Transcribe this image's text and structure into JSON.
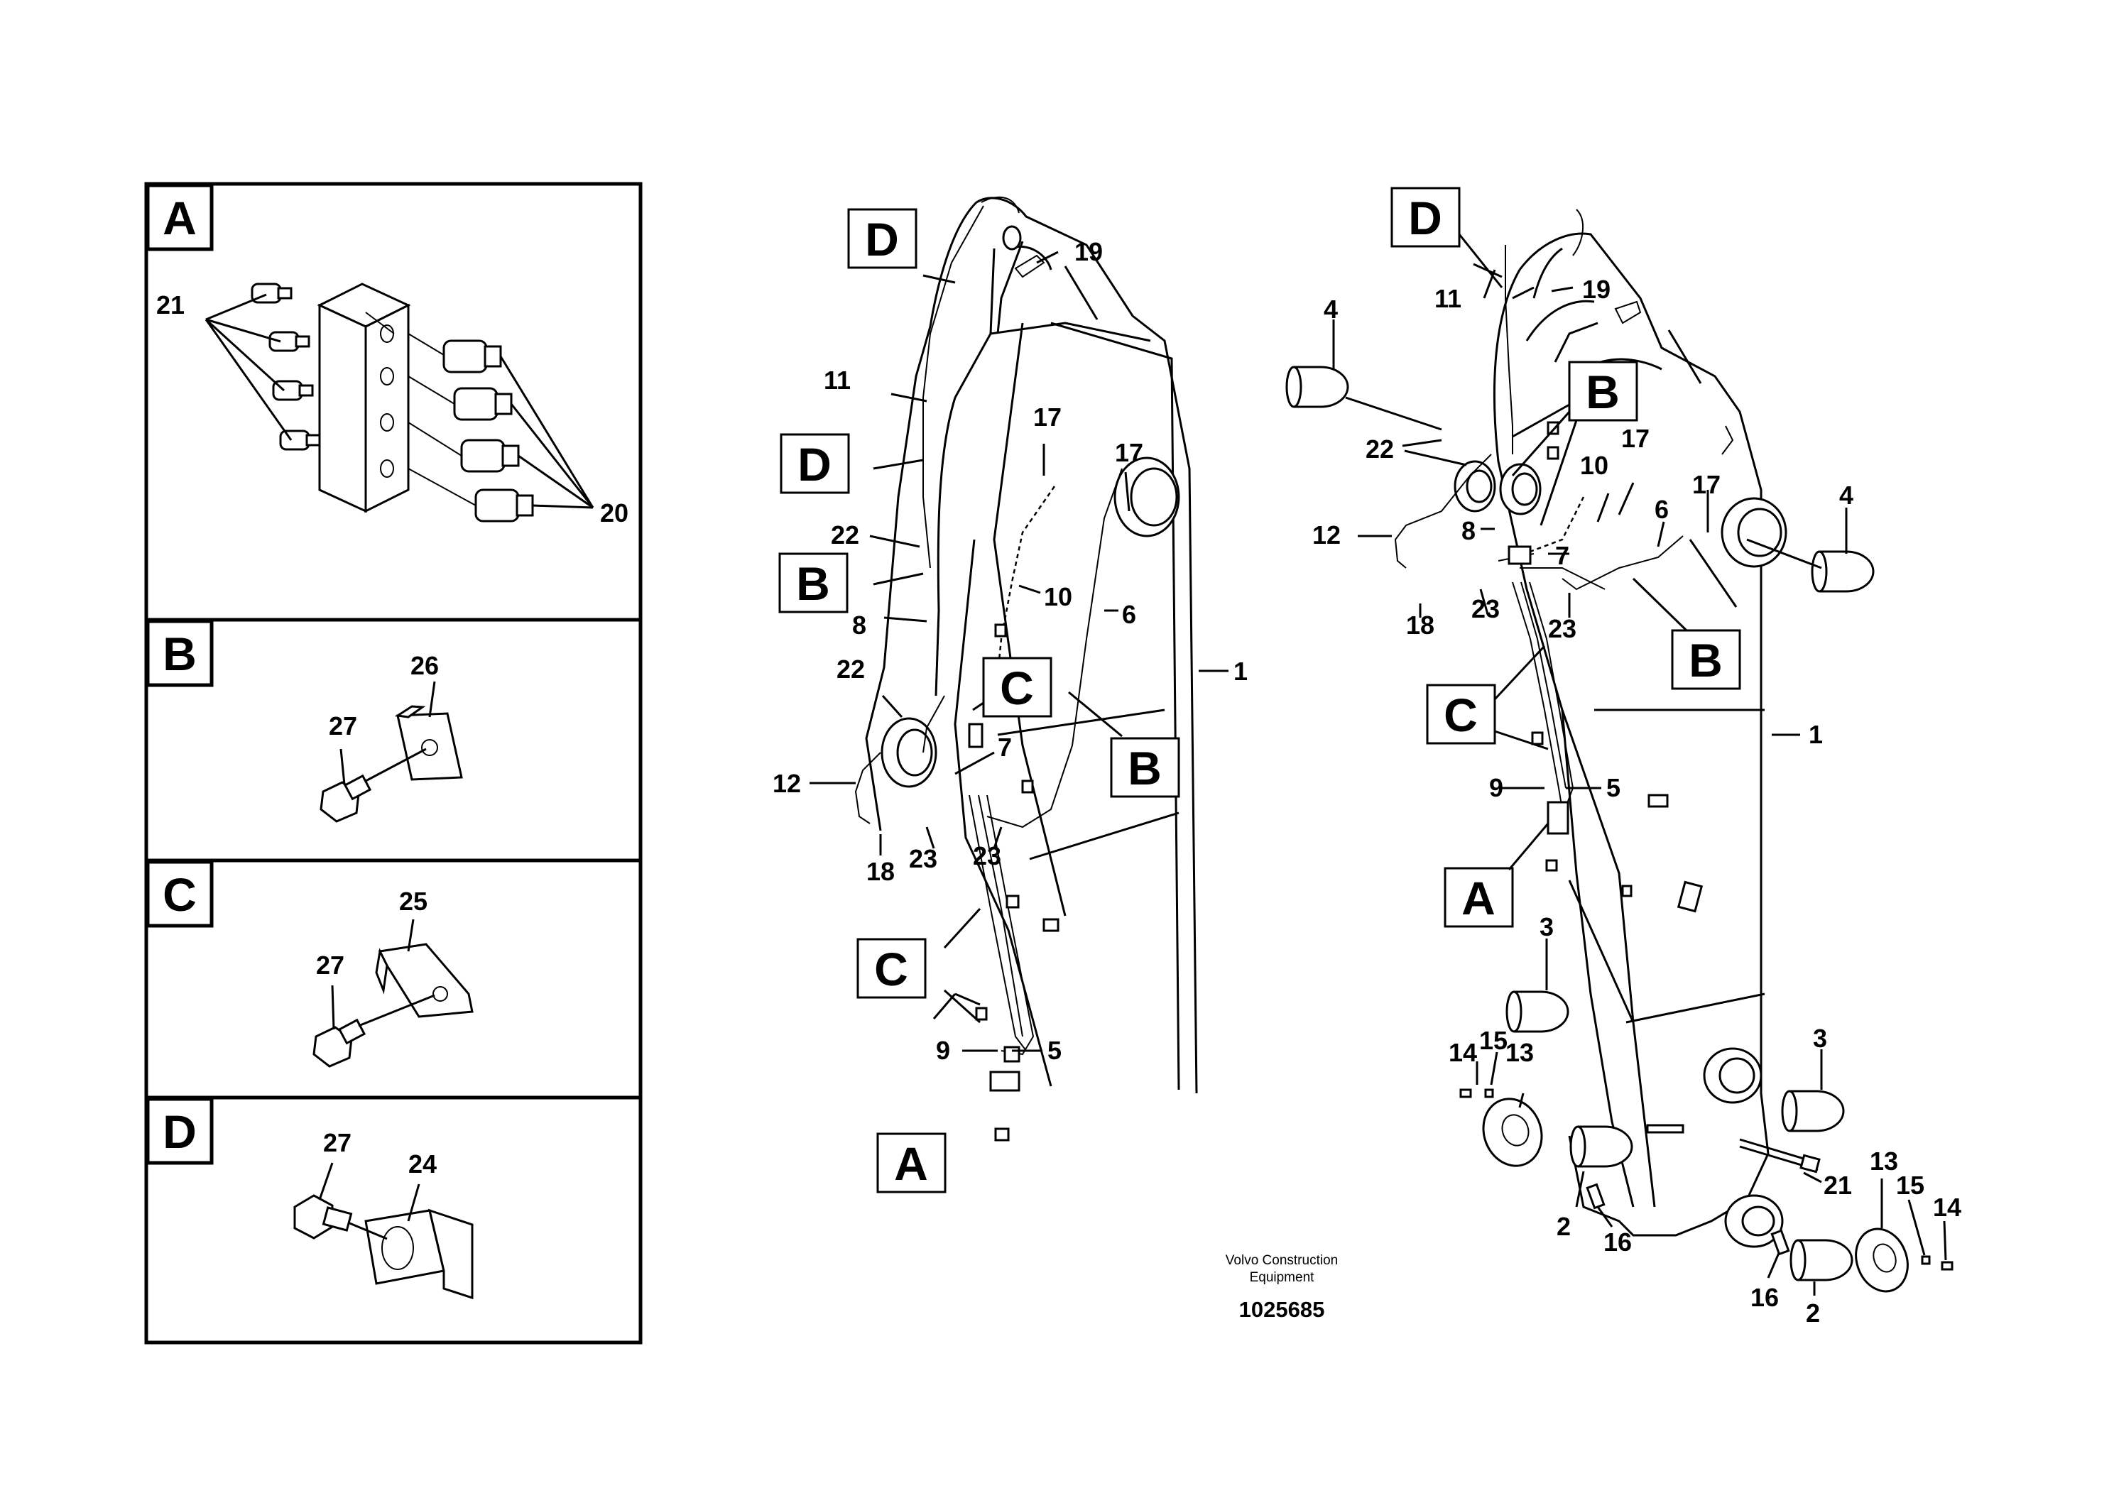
{
  "detail_panels": [
    {
      "letter": "A",
      "callouts": [
        "21",
        "20"
      ]
    },
    {
      "letter": "B",
      "callouts": [
        "26",
        "27"
      ]
    },
    {
      "letter": "C",
      "callouts": [
        "25",
        "27"
      ]
    },
    {
      "letter": "D",
      "callouts": [
        "27",
        "24"
      ]
    }
  ],
  "left_view": {
    "callouts": {
      "n19": "19",
      "n11": "11",
      "n17a": "17",
      "n17b": "17",
      "n22a": "22",
      "n10": "10",
      "n6": "6",
      "n8": "8",
      "n22b": "22",
      "n7": "7",
      "n12": "12",
      "n1": "1",
      "n18": "18",
      "n23a": "23",
      "n23b": "23",
      "n9": "9",
      "n5": "5"
    },
    "section_refs": {
      "D1": "D",
      "D2": "D",
      "B1": "B",
      "C1": "C",
      "B2": "B",
      "C2": "C",
      "A1": "A"
    }
  },
  "right_view": {
    "callouts": {
      "n19": "19",
      "n11": "11",
      "n4a": "4",
      "n22": "22",
      "n17a": "17",
      "n10": "10",
      "n17b": "17",
      "n4b": "4",
      "n12": "12",
      "n8": "8",
      "n6": "6",
      "n7": "7",
      "n18": "18",
      "n23a": "23",
      "n23b": "23",
      "n1": "1",
      "n9": "9",
      "n5": "5",
      "n3a": "3",
      "n15a": "15",
      "n14a": "14",
      "n13a": "13",
      "n3b": "3",
      "n21": "21",
      "n13b": "13",
      "n15b": "15",
      "n14b": "14",
      "n2a": "2",
      "n16a": "16",
      "n16b": "16",
      "n2b": "2"
    },
    "section_refs": {
      "D1": "D",
      "B1": "B",
      "B2": "B",
      "C1": "C",
      "A1": "A"
    }
  },
  "footer": {
    "company_line1": "Volvo Construction",
    "company_line2": "Equipment",
    "doc_number": "1025685"
  }
}
